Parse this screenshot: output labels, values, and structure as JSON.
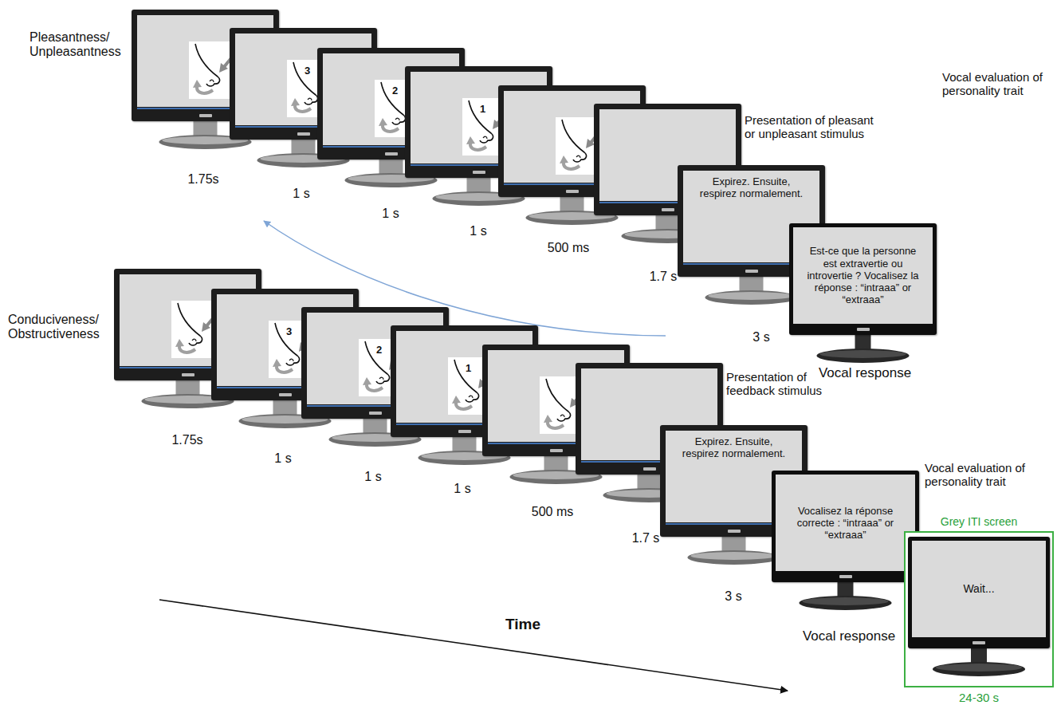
{
  "diagram": {
    "nodes": [
      {
        "text": [
          "3"
        ]
      },
      {
        "text": [
          "2"
        ]
      },
      {
        "text": [
          "1"
        ]
      },
      {
        "text": [
          "Expirez. Ensuite, respirez normalement."
        ]
      },
      {
        "text": [
          "Est-ce que la personne est extravertie ou introvertie ? Vocalisez la réponse : “intraaa” or “extraaa”"
        ]
      },
      {
        "text": [
          "3"
        ]
      },
      {
        "text": [
          "2"
        ]
      },
      {
        "text": [
          "1"
        ]
      },
      {
        "text": [
          "Expirez. Ensuite, respirez normalement."
        ]
      },
      {
        "text": [
          "Vocalisez la réponse correcte : “intraaa” or “extraaa”"
        ]
      },
      {
        "text": [
          "Grey ITI screen",
          "24-30 s"
        ]
      },
      {
        "text": [
          "Wait..."
        ],
        "in": 10
      }
    ],
    "labels": [
      "Pleasantness/ Unpleasantness",
      "1.75s",
      "1 s",
      "1 s",
      "1 s",
      "500 ms",
      "Presentation of pleasant or unpleasant stimulus",
      "1.7 s",
      "Vocal evaluation of personality trait",
      "3 s",
      "Vocal response",
      "Conduciveness/ Obstructiveness",
      "1.75s",
      "1 s",
      "1 s",
      "1 s",
      "500 ms",
      "Presentation of feedback stimulus",
      "1.7 s",
      "Vocal evaluation of personality trait",
      "3 s",
      "Vocal response",
      "Time"
    ]
  }
}
